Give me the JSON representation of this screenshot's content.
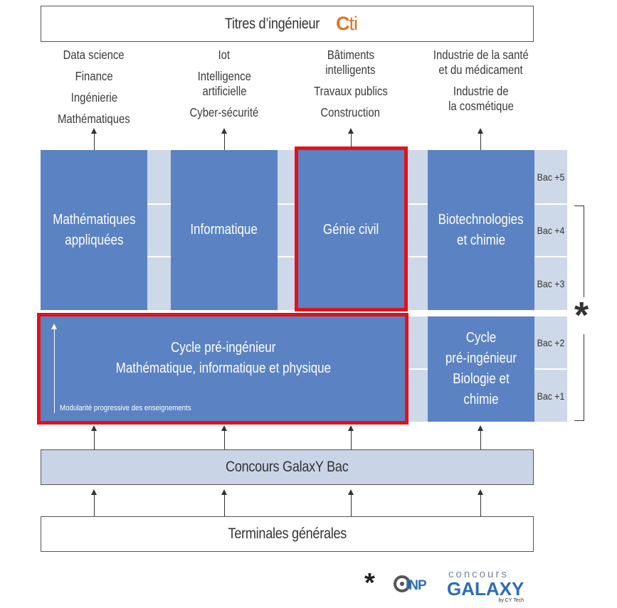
{
  "header": {
    "title": "Titres d’ingénieur",
    "logo_main": "C",
    "logo_accent": "ti"
  },
  "outcomes": [
    {
      "groups": [
        [
          "Data science"
        ],
        [
          "Finance"
        ],
        [
          "Ingénierie"
        ],
        [
          "Mathématiques"
        ]
      ]
    },
    {
      "groups": [
        [
          "Iot"
        ],
        [
          "Intelligence",
          "artificielle"
        ],
        [
          "Cyber-sécurité"
        ]
      ]
    },
    {
      "groups": [
        [
          "Bâtiments",
          "intelligents"
        ],
        [
          "Travaux publics"
        ],
        [
          "Construction"
        ]
      ]
    },
    {
      "groups": [
        [
          "Industrie de la santé",
          "et du médicament"
        ],
        [
          "Industrie de",
          "la cosmétique"
        ]
      ]
    }
  ],
  "specialties": {
    "math": [
      "Mathématiques",
      "appliquées"
    ],
    "info": "Informatique",
    "civil": "Génie civil",
    "bio": [
      "Biotechnologies",
      "et chimie"
    ]
  },
  "cycle_main": {
    "line1": "Cycle pré-ingénieur",
    "line2": "Mathématique, informatique et physique",
    "note": "Modularité progressive des enseignements"
  },
  "cycle_bio": [
    "Cycle",
    "pré-ingénieur",
    "Biologie et chimie"
  ],
  "bac_levels": [
    "Bac +5",
    "Bac +4",
    "Bac +3",
    "Bac +2",
    "Bac +1"
  ],
  "asterisk": "*",
  "contest": "Concours GalaxY Bac",
  "origin": "Terminales générales",
  "footer": {
    "asterisk": "*",
    "inp_logo_text": "INP",
    "galaxy_top": "concours",
    "galaxy_main": "GALAXY",
    "galaxy_sub": "by CY Tech"
  },
  "colors": {
    "blue": "#5b82c2",
    "light_blue": "#cdd9e9",
    "contest_bg": "#c9d5e6",
    "highlight_red": "#e5101a",
    "cti_orange": "#e8701d"
  }
}
